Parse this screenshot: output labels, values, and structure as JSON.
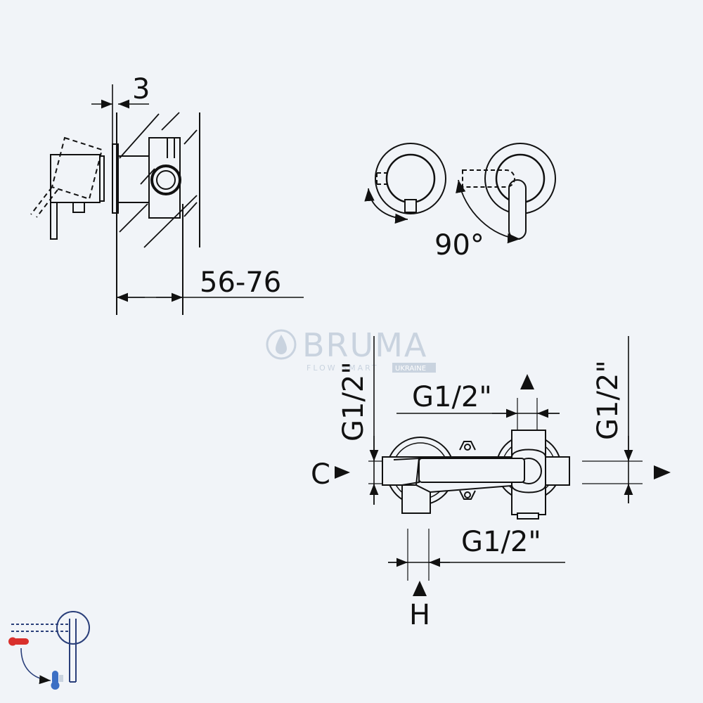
{
  "side_view": {
    "plate_thickness": "3",
    "depth_range": "56-76"
  },
  "front_view": {
    "rotation": "90°"
  },
  "connections": {
    "left_vertical": "G1/2\"",
    "top_horizontal": "G1/2\"",
    "right_vertical": "G1/2\"",
    "bottom_horizontal": "G1/2\"",
    "cold_label": "C",
    "hot_label": "H"
  },
  "watermark": {
    "brand": "BRUMA",
    "tagline": "FLOW SMART",
    "region": "UKRAINE"
  },
  "colors": {
    "background": "#f1f4f8",
    "line": "#111111",
    "watermark": "#c9d3df",
    "hot": "#d9302c",
    "cold": "#3b6fc4",
    "icon_line": "#2a3f7a"
  },
  "icons": {
    "corner_icon": "hot-cold-mixer-icon"
  }
}
